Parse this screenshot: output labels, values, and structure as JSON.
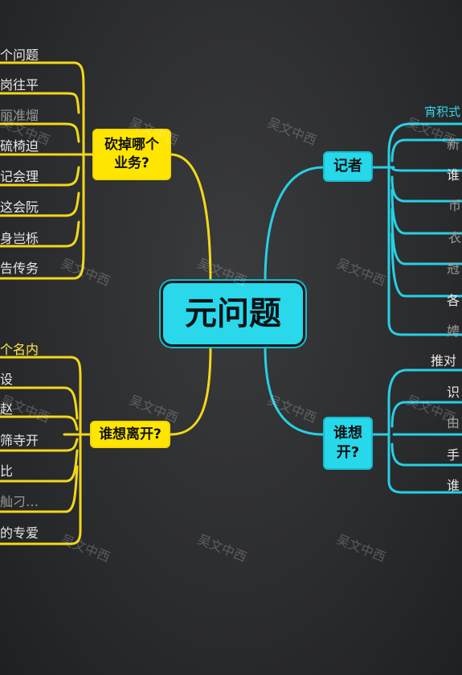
{
  "center": {
    "label": "元问题"
  },
  "left_top": {
    "node": "砍掉哪个业务?",
    "leaves": [
      "个问题",
      "岗往平",
      "丽准熘",
      "硫椅迫",
      "记会理",
      "这会阮",
      "身岂栎",
      "告传务"
    ]
  },
  "left_bottom": {
    "node": "谁想离开?",
    "leaves": [
      "个名内",
      "设",
      "赵",
      "筛寺开",
      "比",
      "舢刁…",
      "的专爱"
    ]
  },
  "right_top": {
    "node": "记者",
    "leaves": [
      "宵积式",
      "新",
      "谁",
      "币",
      "衣",
      "冠",
      "各",
      "娉"
    ]
  },
  "right_bottom": {
    "node": "谁想开?",
    "leaves": [
      "推对",
      "识",
      "由",
      "手",
      "谁"
    ]
  },
  "watermark": {
    "text": "吴文中西"
  },
  "colors": {
    "yellow": "#ffe600",
    "cyan": "#27d7ea",
    "background": "#2c2d2f"
  }
}
